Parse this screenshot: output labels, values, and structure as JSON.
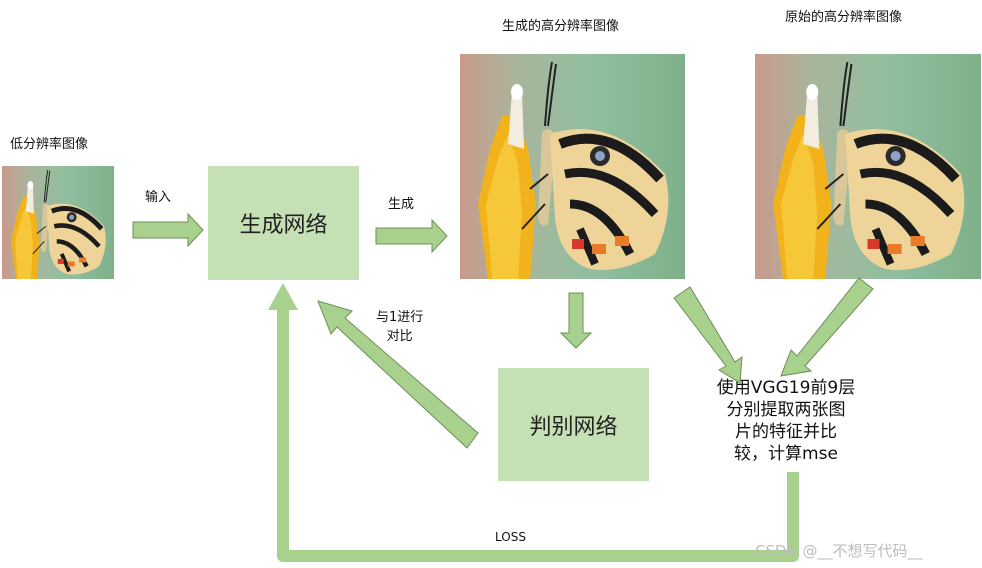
{
  "labels": {
    "low_res": "低分辨率图像",
    "input": "输入",
    "generate": "生成",
    "generated_hr": "生成的高分辨率图像",
    "original_hr": "原始的高分辨率图像",
    "compare_with_1": "与1进行\n对比",
    "vgg_text": "使用VGG19前9层\n分别提取两张图\n片的特征并比\n较，计算mse",
    "loss": "LOSS",
    "watermark": "CSDN @__不想写代码__"
  },
  "boxes": {
    "generator": "生成网络",
    "discriminator": "判别网络"
  },
  "colors": {
    "box_fill": "#c5e0b4",
    "arrow_fill": "#a9d18e",
    "arrow_stroke": "#6d8f57",
    "loss_line": "#a9d18e"
  },
  "icons": {
    "butterfly": "butterfly-photo"
  }
}
